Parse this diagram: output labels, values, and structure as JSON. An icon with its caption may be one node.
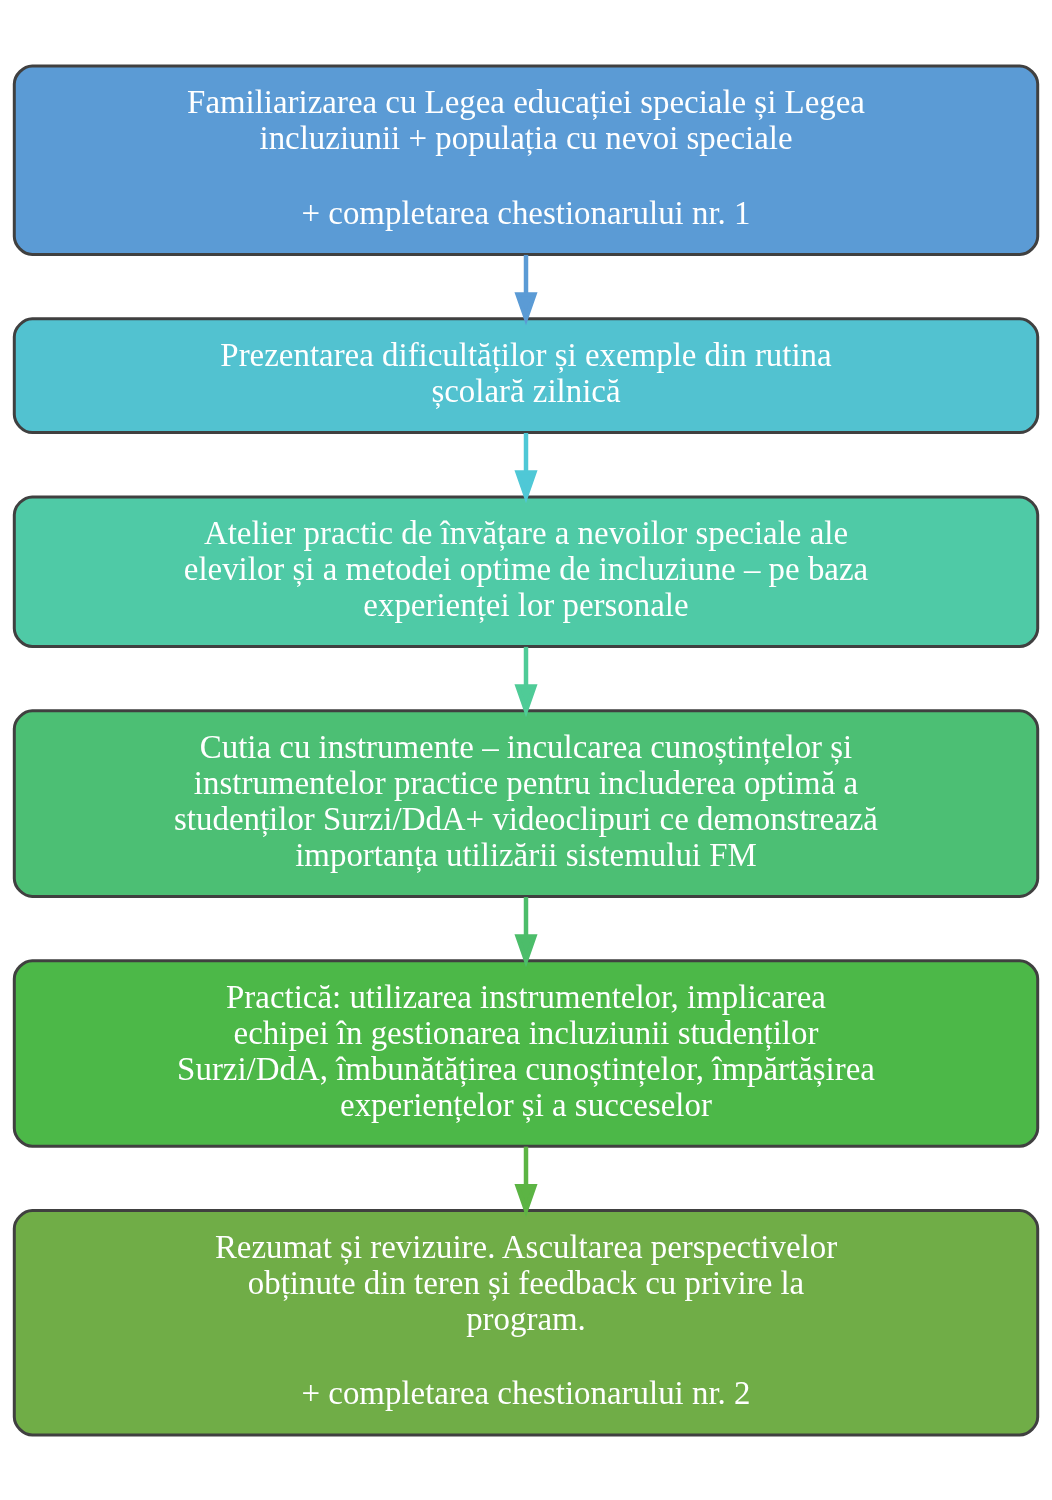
{
  "diagram": {
    "nodes": [
      {
        "text": [
          "Familiarizarea cu Legea educației speciale și Legea incluziunii + populația cu nevoi speciale",
          "+ completarea chestionarului nr. 1"
        ]
      },
      {
        "text": [
          "Prezentarea dificultăților și exemple din rutina școlară zilnică"
        ]
      },
      {
        "text": [
          "Atelier practic de învățare a nevoilor speciale ale elevilor și a metodei optime de incluziune – pe baza experienței lor personale"
        ]
      },
      {
        "text": [
          "Cutia cu instrumente – inculcarea cunoștințelor și instrumentelor practice pentru includerea optimă a studenților Surzi/DdA+ videoclipuri ce demonstrează importanța utilizării sistemului FM"
        ]
      },
      {
        "text": [
          "Practică: utilizarea instrumentelor, implicarea echipei în gestionarea incluziunii studenților Surzi/DdA, îmbunătățirea cunoștințelor, împărtășirea experiențelor și a succeselor"
        ]
      },
      {
        "text": [
          "Rezumat și revizuire. Ascultarea perspectivelor obținute din teren și feedback cu privire la program.",
          "+ completarea chestionarului nr. 2"
        ]
      }
    ],
    "edges": [
      {
        "from": 0,
        "to": 1,
        "arrow": "to",
        "color": "#5b9bd5"
      },
      {
        "from": 1,
        "to": 2,
        "arrow": "to",
        "color": "#4fc8d6"
      },
      {
        "from": 2,
        "to": 3,
        "arrow": "to",
        "color": "#4fcb97"
      },
      {
        "from": 3,
        "to": 4,
        "arrow": "to",
        "color": "#4cbd6a"
      },
      {
        "from": 4,
        "to": 5,
        "arrow": "to",
        "color": "#5cb444"
      }
    ]
  }
}
